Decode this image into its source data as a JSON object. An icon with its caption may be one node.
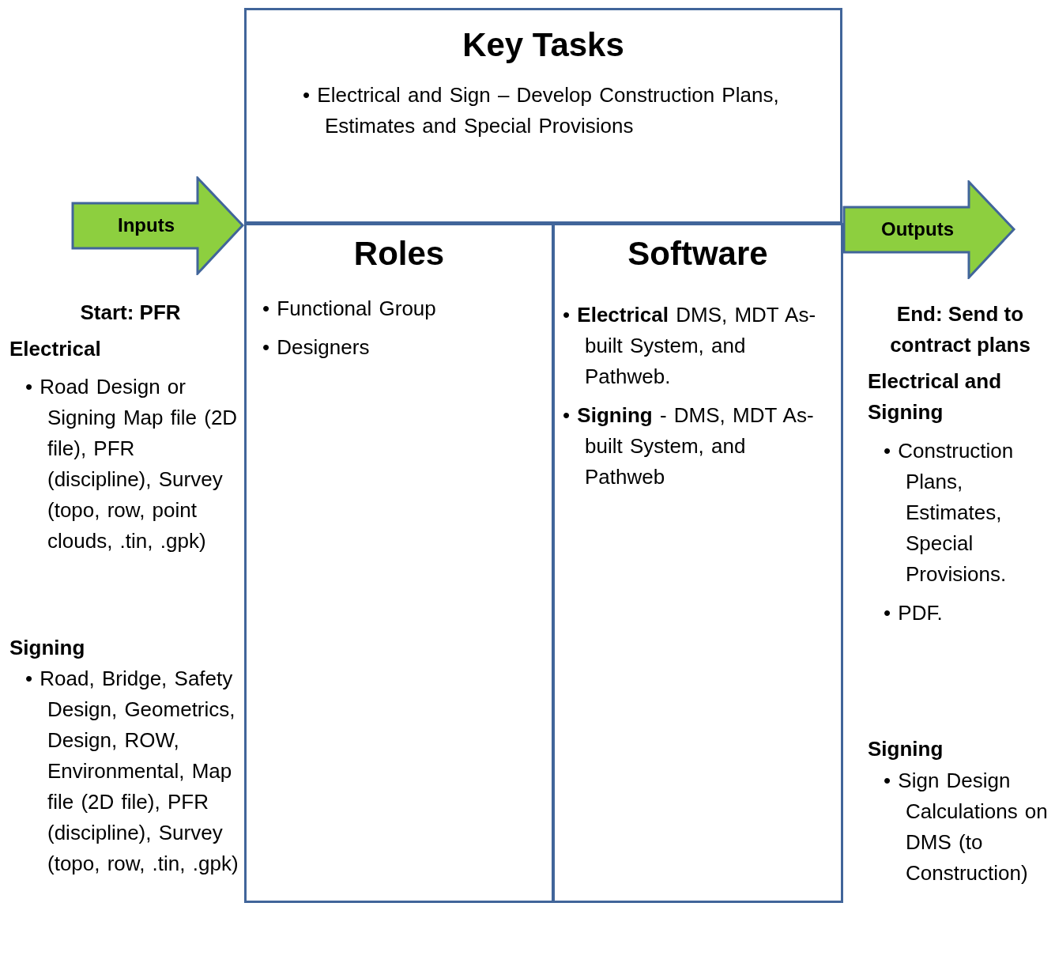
{
  "diagram": {
    "nodes": [
      {
        "text": [
          "Key Tasks",
          "• Electrical and Sign – Develop Construction Plans, Estimates and Special Provisions"
        ]
      },
      {
        "text": [
          "Roles",
          "• Functional Group",
          "• Designers"
        ]
      },
      {
        "text": [
          "Software",
          "• **Electrical** DMS, MDT As-built System, and Pathweb.",
          "• **Signing** - DMS, MDT As-built System, and Pathweb"
        ]
      },
      {
        "text": [
          "Inputs"
        ]
      },
      {
        "text": [
          "Outputs"
        ]
      }
    ],
    "labels": [
      "Start: PFR",
      "Electrical",
      "• Road Design or Signing Map file (2D file), PFR (discipline), Survey (topo, row, point clouds, .tin, .gpk)",
      "Signing",
      "• Road, Bridge, Safety Design, Geometrics, Design, ROW, Environmental, Map file (2D file), PFR (discipline), Survey (topo, row, .tin, .gpk)",
      "End: Send to contract plans",
      "Electrical and Signing",
      "• Construction Plans, Estimates, Special Provisions.",
      "• PDF.",
      "Signing",
      "• Sign Design Calculations on DMS (to Construction)"
    ]
  }
}
